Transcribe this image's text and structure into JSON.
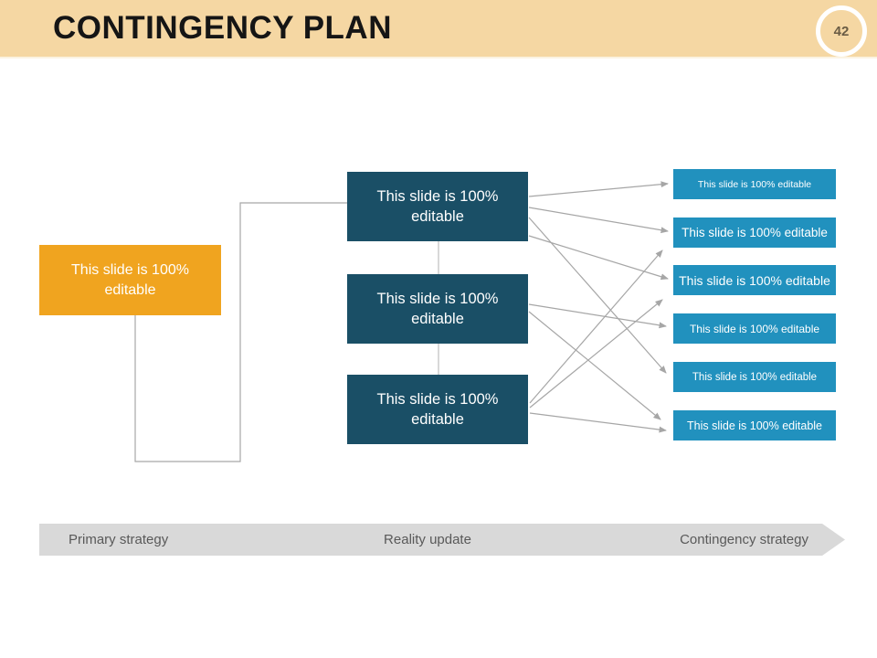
{
  "header": {
    "title": "CONTINGENCY PLAN",
    "page_number": "42"
  },
  "diagram": {
    "left_box": {
      "label": "This slide is 100% editable"
    },
    "middle_boxes": [
      {
        "label": "This slide is 100% editable"
      },
      {
        "label": "This slide is 100% editable"
      },
      {
        "label": "This slide is 100% editable"
      }
    ],
    "right_boxes": [
      {
        "label": "This slide is 100% editable"
      },
      {
        "label": "This slide is 100% editable"
      },
      {
        "label": "This slide is 100% editable"
      },
      {
        "label": "This slide is 100% editable"
      },
      {
        "label": "This slide is 100% editable"
      },
      {
        "label": "This slide is 100% editable"
      }
    ],
    "connections": [
      {
        "from": "left-box",
        "to": "middle-box-1",
        "style": "elbow-line"
      },
      {
        "from": "middle-box-1",
        "to": "middle-box-2",
        "style": "line"
      },
      {
        "from": "middle-box-2",
        "to": "middle-box-3",
        "style": "line"
      },
      {
        "from": "middle-box-1",
        "to": "right-box-1",
        "style": "arrow"
      },
      {
        "from": "middle-box-1",
        "to": "right-box-2",
        "style": "arrow"
      },
      {
        "from": "middle-box-1",
        "to": "right-box-3",
        "style": "arrow"
      },
      {
        "from": "middle-box-1",
        "to": "right-box-5",
        "style": "arrow"
      },
      {
        "from": "middle-box-2",
        "to": "right-box-4",
        "style": "arrow"
      },
      {
        "from": "middle-box-2",
        "to": "right-box-6",
        "style": "arrow"
      },
      {
        "from": "middle-box-3",
        "to": "right-box-2",
        "style": "arrow"
      },
      {
        "from": "middle-box-3",
        "to": "right-box-3",
        "style": "arrow"
      },
      {
        "from": "middle-box-3",
        "to": "right-box-6",
        "style": "arrow"
      }
    ]
  },
  "footer": {
    "steps": [
      "Primary strategy",
      "Reality update",
      "Contingency strategy"
    ]
  },
  "colors": {
    "header_bg": "#F5D7A3",
    "title_text": "#151515",
    "accent_orange": "#F0A41F",
    "dark_teal": "#1A4F66",
    "accent_blue": "#2191BE",
    "footer_bar_gray": "#D9D9D9",
    "footer_text_gray": "#595959",
    "connector_gray": "#A6A6A6"
  }
}
